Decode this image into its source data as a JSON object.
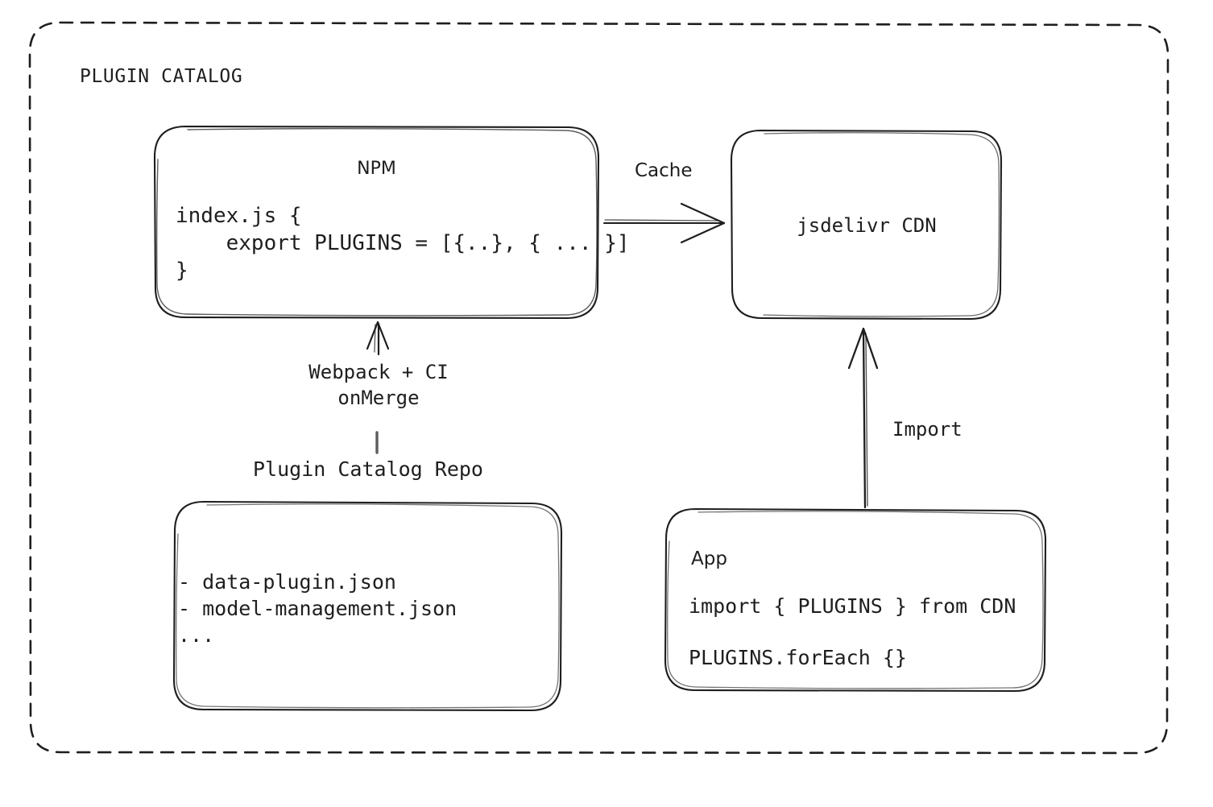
{
  "diagram": {
    "container": {
      "title": "PLUGIN CATALOG",
      "border_style": "dashed",
      "border_color": "#1e1e1e"
    },
    "nodes": {
      "npm": {
        "title": "NPM",
        "code": "index.js {\n    export PLUGINS = [{..}, { ... }]\n}"
      },
      "cdn": {
        "title": "jsdelivr CDN"
      },
      "repo": {
        "caption": "Plugin Catalog Repo",
        "files": "- data-plugin.json\n- model-management.json\n..."
      },
      "app": {
        "title": "App",
        "code_line_1": "import { PLUGINS } from CDN",
        "code_line_2": "PLUGINS.forEach {}"
      }
    },
    "edges": {
      "npm_to_cdn": {
        "label": "Cache"
      },
      "repo_to_npm": {
        "label_line_1": "Webpack + CI",
        "label_line_2": "onMerge"
      },
      "app_to_cdn": {
        "label": "Import"
      }
    },
    "colors": {
      "stroke": "#1e1e1e",
      "background": "#ffffff",
      "text": "#1e1e1e"
    }
  }
}
